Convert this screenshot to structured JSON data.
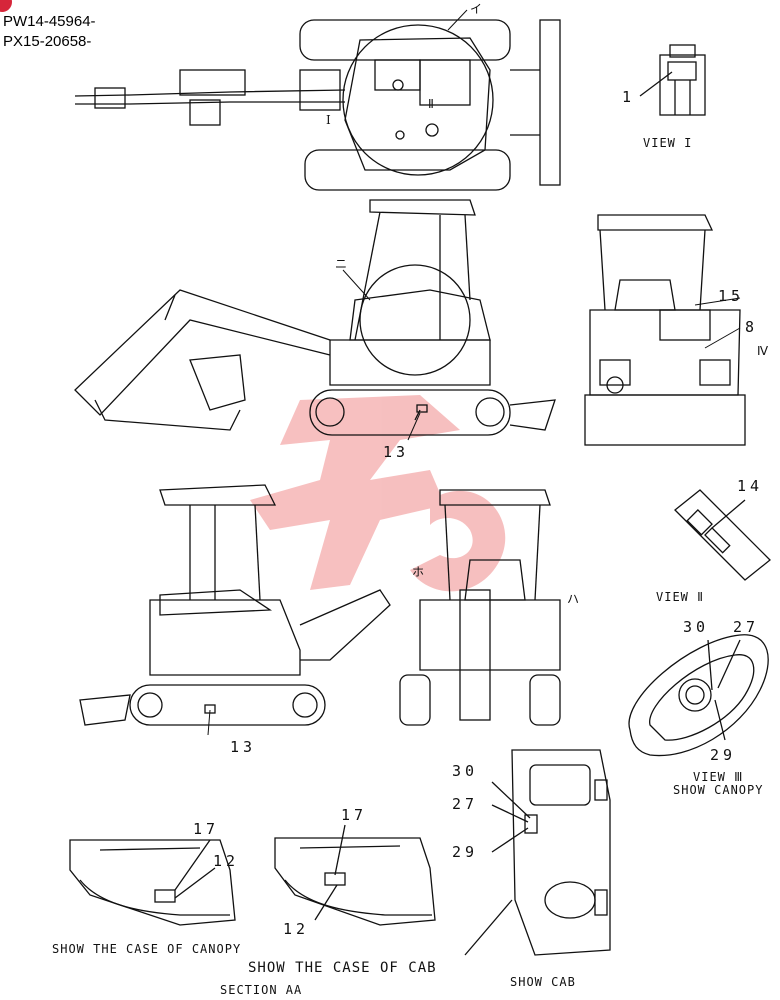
{
  "serials": [
    "PW14-45964-",
    "PX15-20658-"
  ],
  "view_labels": {
    "view1": "VIEW I",
    "view2": "VIEW Ⅱ",
    "view3": "VIEW Ⅲ",
    "view3_sub": "SHOW CANOPY",
    "canopy_case": "SHOW THE CASE OF CANOPY",
    "cab_case": "SHOW THE CASE OF CAB",
    "section": "SECTION AA",
    "show_cab": "SHOW CAB"
  },
  "callouts": {
    "n1": "1",
    "n15": "15",
    "n8": "8",
    "n13a": "13",
    "n13b": "13",
    "n14": "14",
    "n30a": "30",
    "n27a": "27",
    "n29a": "29",
    "n30b": "30",
    "n27b": "27",
    "n29b": "29",
    "n17a": "17",
    "n12a": "12",
    "n17b": "17",
    "n12b": "12"
  },
  "view_markers": {
    "i_top": "I",
    "ii_top": "Ⅱ",
    "iv_right": "Ⅳ",
    "kana_i": "イ",
    "kana_ni": "ニ",
    "kana_ho": "ホ",
    "kana_ha": "ハ"
  },
  "colors": {
    "line": "#111111",
    "watermark": "#e84b4b",
    "badge": "#d6263a"
  }
}
